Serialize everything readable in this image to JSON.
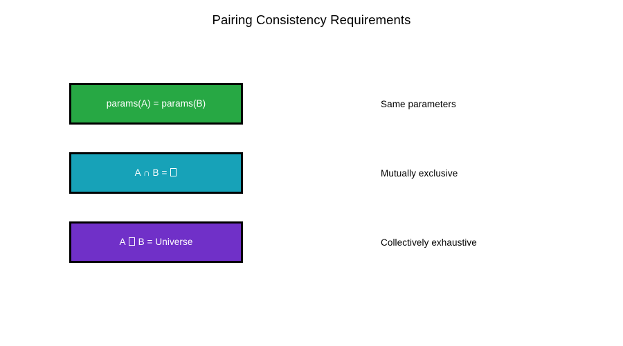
{
  "figure": {
    "title": "Pairing Consistency Requirements",
    "background_color": "#ffffff",
    "title_color": "#000000"
  },
  "requirements": [
    {
      "expression_text": "params(A) = params(B)",
      "expression_prefix": "params(A) = params(B)",
      "expression_suffix": "",
      "has_missing_glyph": false,
      "description": "Same parameters",
      "fill_color": "#27a844",
      "border_color": "#000000",
      "text_color": "#ffffff"
    },
    {
      "expression_text": "A ∩ B = □",
      "expression_prefix": "A ∩ B = ",
      "expression_suffix": "",
      "has_missing_glyph": true,
      "missing_glyph_intended": "∅",
      "description": "Mutually exclusive",
      "fill_color": "#17a2b8",
      "border_color": "#000000",
      "text_color": "#ffffff"
    },
    {
      "expression_text": "A □ B = Universe",
      "expression_prefix": "A ",
      "expression_suffix": " B = Universe",
      "has_missing_glyph": true,
      "missing_glyph_intended": "∪",
      "description": "Collectively exhaustive",
      "fill_color": "#7030c8",
      "border_color": "#000000",
      "text_color": "#ffffff"
    }
  ]
}
